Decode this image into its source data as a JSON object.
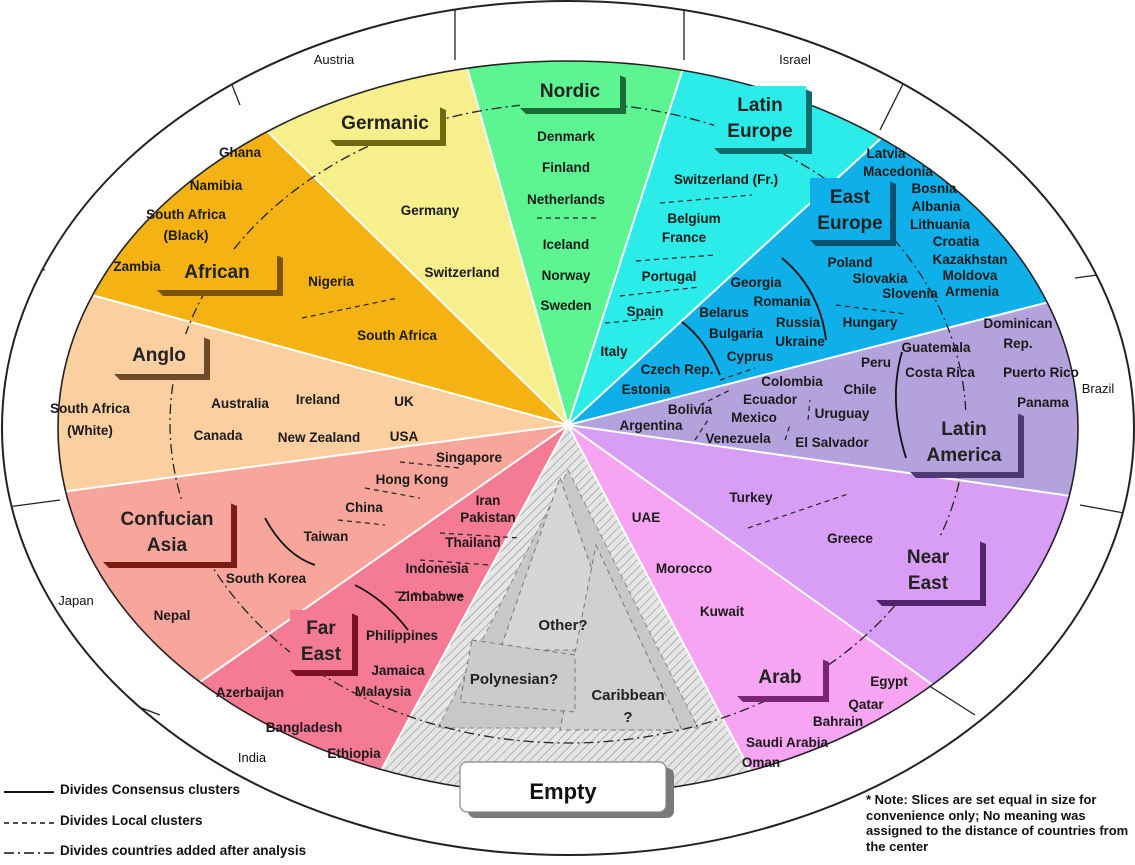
{
  "clusters": {
    "nordic": {
      "title": [
        "Nordic"
      ],
      "color": "#5cf592",
      "countries": [
        "Denmark",
        "Finland",
        "Netherlands",
        "Iceland",
        "Norway",
        "Sweden"
      ]
    },
    "latin_europe": {
      "title": [
        "Latin",
        "Europe"
      ],
      "color": "#2cecea",
      "countries": [
        "Switzerland (Fr.)",
        "Belgium",
        "France",
        "Portugal",
        "Spain",
        "Italy"
      ]
    },
    "east_europe": {
      "title": [
        "East",
        "Europe"
      ],
      "color": "#0fb0ea",
      "countries": [
        "Latvia",
        "Macedonia",
        "Bosnia",
        "Albania",
        "Lithuania",
        "Croatia",
        "Kazakhstan",
        "Moldova",
        "Armenia",
        "Poland",
        "Slovakia",
        "Slovenia",
        "Hungary",
        "Georgia",
        "Romania",
        "Belarus",
        "Russia",
        "Bulgaria",
        "Ukraine",
        "Cyprus",
        "Czech Rep.",
        "Estonia"
      ]
    },
    "latin_america": {
      "title": [
        "Latin",
        "America"
      ],
      "color": "#b3a2dc",
      "countries": [
        "Dominican",
        "Rep.",
        "Puerto Rico",
        "Panama",
        "Guatemala",
        "Costa Rica",
        "Peru",
        "Chile",
        "Uruguay",
        "El Salvador",
        "Colombia",
        "Ecuador",
        "Mexico",
        "Venezuela",
        "Bolivia",
        "Argentina"
      ]
    },
    "near_east": {
      "title": [
        "Near",
        "East"
      ],
      "color": "#d89ef5",
      "countries": [
        "Turkey",
        "Greece"
      ]
    },
    "arab": {
      "title": [
        "Arab"
      ],
      "color": "#f7a5f3",
      "countries": [
        "UAE",
        "Morocco",
        "Kuwait",
        "Egypt",
        "Qatar",
        "Bahrain",
        "Saudi Arabia",
        "Oman"
      ]
    },
    "far_east": {
      "title": [
        "Far",
        "East"
      ],
      "color": "#f57a93",
      "countries": [
        "Iran",
        "Pakistan",
        "Thailand",
        "Indonesia",
        "Zimbabwe",
        "Philippines",
        "Jamaica",
        "Malaysia",
        "Azerbaijan",
        "Bangladesh",
        "Ethiopia"
      ]
    },
    "confucian_asia": {
      "title": [
        "Confucian",
        "Asia"
      ],
      "color": "#f8a69c",
      "countries": [
        "Singapore",
        "Hong Kong",
        "China",
        "Taiwan",
        "South Korea",
        "Nepal"
      ]
    },
    "anglo": {
      "title": [
        "Anglo"
      ],
      "color": "#fbcfa0",
      "countries": [
        "South Africa",
        "(White)",
        "Australia",
        "Ireland",
        "UK",
        "Canada",
        "New Zealand",
        "USA"
      ]
    },
    "african": {
      "title": [
        "African"
      ],
      "color": "#f5b313",
      "countries": [
        "Ghana",
        "Namibia",
        "South Africa",
        "(Black)",
        "Zambia",
        "Nigeria",
        "South Africa"
      ]
    },
    "germanic": {
      "title": [
        "Germanic"
      ],
      "color": "#f7ee8c",
      "countries": [
        "Germany",
        "Switzerland"
      ]
    }
  },
  "wedge": {
    "empty_label": "Empty",
    "other": "Other?",
    "polynesian": "Polynesian?",
    "caribbean": [
      "Caribbean",
      "?"
    ]
  },
  "ring_countries": {
    "austria": "Austria",
    "israel": "Israel",
    "brazil": "Brazil",
    "japan": "Japan",
    "india": "India"
  },
  "legend": [
    {
      "style": "solid",
      "label": "Divides Consensus clusters"
    },
    {
      "style": "dashed",
      "label": "Divides Local clusters"
    },
    {
      "style": "dashdot",
      "label": "Divides countries added after analysis"
    }
  ],
  "note": "* Note: Slices are set equal in size for convenience only; No meaning was assigned to the distance of countries from the center"
}
